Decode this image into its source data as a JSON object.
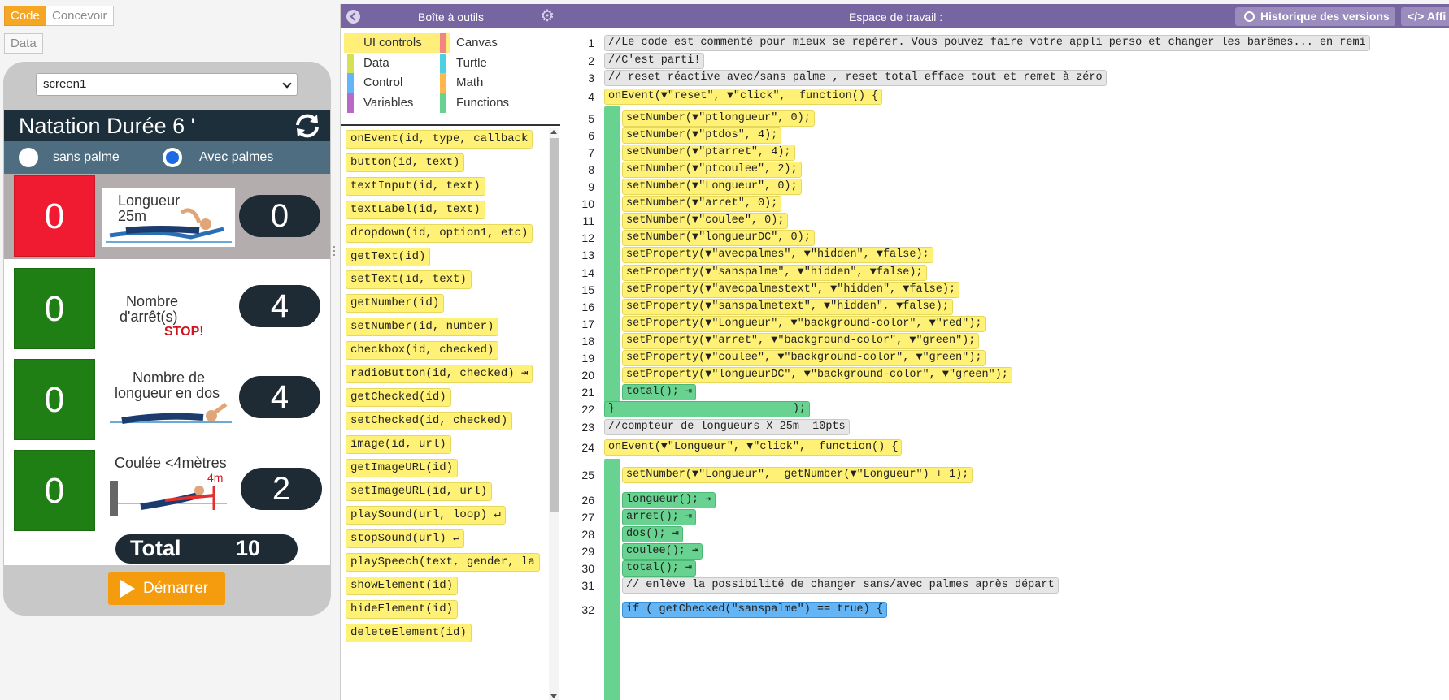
{
  "left": {
    "tabs": {
      "code": "Code",
      "design": "Concevoir",
      "data": "Data"
    },
    "screen_select": "screen1",
    "app": {
      "title": "Natation Durée 6 '",
      "radio_sans": "sans palme",
      "radio_avec": "Avec palmes",
      "radio_selected": "avec",
      "rows": [
        {
          "left_value": "0",
          "desc_line1": "Longueur",
          "desc_line2": "25m",
          "right_value": "0"
        },
        {
          "left_value": "0",
          "desc_line1": "Nombre",
          "desc_line2": "d'arrêt(s)",
          "stop": "STOP!",
          "right_value": "4"
        },
        {
          "left_value": "0",
          "desc_line1": "Nombre de",
          "desc_line2": "longueur en dos",
          "right_value": "4"
        },
        {
          "left_value": "0",
          "desc_line1": "Coulée <4mètres",
          "distance": "4m",
          "right_value": "2"
        }
      ],
      "total_label": "Total",
      "total_value": "10",
      "start_label": "Démarrer"
    },
    "colors": {
      "red": "#f01b30",
      "green": "#1f7f14",
      "dark": "#1e2b35",
      "orange": "#f59b0e"
    }
  },
  "toolbox": {
    "title": "Boîte à outils",
    "categories": [
      {
        "label": "UI controls",
        "color": "#fff176"
      },
      {
        "label": "Canvas",
        "color": "#f48482"
      },
      {
        "label": "Data",
        "color": "#d4e157"
      },
      {
        "label": "Turtle",
        "color": "#4dd0e1"
      },
      {
        "label": "Control",
        "color": "#64b5f6"
      },
      {
        "label": "Math",
        "color": "#ffb74d"
      },
      {
        "label": "Variables",
        "color": "#ba68c8"
      },
      {
        "label": "Functions",
        "color": "#68d391"
      }
    ],
    "blocks": [
      "onEvent(id, type, callback",
      "button(id, text)",
      "textInput(id, text)",
      "textLabel(id, text)",
      "dropdown(id, option1, etc)",
      "getText(id)",
      "setText(id, text)",
      "getNumber(id)",
      "setNumber(id, number)",
      "checkbox(id, checked)",
      "radioButton(id, checked) ⇥",
      "getChecked(id)",
      "setChecked(id, checked)",
      "image(id, url)",
      "getImageURL(id)",
      "setImageURL(id, url)",
      "playSound(url, loop) ↵",
      "stopSound(url) ↵",
      "playSpeech(text, gender, la",
      "showElement(id)",
      "hideElement(id)",
      "deleteElement(id)"
    ]
  },
  "workspace": {
    "title": "Espace de travail :",
    "history_label": "Historique des versions",
    "show_icon": "</>",
    "show_label": "Affi",
    "line_numbers": [
      "1",
      "2",
      "3",
      "4",
      "5",
      "6",
      "7",
      "8",
      "9",
      "10",
      "11",
      "12",
      "13",
      "14",
      "15",
      "16",
      "17",
      "18",
      "19",
      "20",
      "21",
      "22",
      "23",
      "24",
      "25",
      "26",
      "27",
      "28",
      "29",
      "30",
      "31",
      "32"
    ],
    "lines": [
      {
        "text": "//Le code est commenté pour mieux se repérer. Vous pouvez faire votre appli perso et changer les barêmes... en remi",
        "kind": "cmt",
        "indent": 0
      },
      {
        "text": "//C'est parti!",
        "kind": "cmt",
        "indent": 0
      },
      {
        "text": "// reset réactive avec/sans palme , reset total efface tout et remet à zéro",
        "kind": "cmt",
        "indent": 0
      },
      {
        "text": "onEvent(▼\"reset\", ▼\"click\",  function() {",
        "kind": "yel",
        "indent": 0
      },
      {
        "text": "setNumber(▼\"ptlongueur\", 0);",
        "kind": "yel",
        "indent": 1
      },
      {
        "text": "setNumber(▼\"ptdos\", 4);",
        "kind": "yel",
        "indent": 1
      },
      {
        "text": "setNumber(▼\"ptarret\", 4);",
        "kind": "yel",
        "indent": 1
      },
      {
        "text": "setNumber(▼\"ptcoulee\", 2);",
        "kind": "yel",
        "indent": 1
      },
      {
        "text": "setNumber(▼\"Longueur\", 0);",
        "kind": "yel",
        "indent": 1
      },
      {
        "text": "setNumber(▼\"arret\", 0);",
        "kind": "yel",
        "indent": 1
      },
      {
        "text": "setNumber(▼\"coulee\", 0);",
        "kind": "yel",
        "indent": 1
      },
      {
        "text": "setNumber(▼\"longueurDC\", 0);",
        "kind": "yel",
        "indent": 1
      },
      {
        "text": "setProperty(▼\"avecpalmes\", ▼\"hidden\", ▼false);",
        "kind": "yel",
        "indent": 1
      },
      {
        "text": "setProperty(▼\"sanspalme\", ▼\"hidden\", ▼false);",
        "kind": "yel",
        "indent": 1
      },
      {
        "text": "setProperty(▼\"avecpalmestext\", ▼\"hidden\", ▼false);",
        "kind": "yel",
        "indent": 1
      },
      {
        "text": "setProperty(▼\"sanspalmetext\", ▼\"hidden\", ▼false);",
        "kind": "yel",
        "indent": 1
      },
      {
        "text": "setProperty(▼\"Longueur\", ▼\"background-color\", ▼\"red\");",
        "kind": "yel",
        "indent": 1
      },
      {
        "text": "setProperty(▼\"arret\", ▼\"background-color\", ▼\"green\");",
        "kind": "yel",
        "indent": 1
      },
      {
        "text": "setProperty(▼\"coulee\", ▼\"background-color\", ▼\"green\");",
        "kind": "yel",
        "indent": 1
      },
      {
        "text": "setProperty(▼\"longueurDC\", ▼\"background-color\", ▼\"green\");",
        "kind": "yel",
        "indent": 1
      },
      {
        "text": "total(); ⇥",
        "kind": "grn",
        "indent": 1
      },
      {
        "text": "}                           );",
        "kind": "grn",
        "indent": 0
      },
      {
        "text": "//compteur de longueurs X 25m  10pts",
        "kind": "cmt",
        "indent": 0
      },
      {
        "text": "onEvent(▼\"Longueur\", ▼\"click\",  function() {",
        "kind": "yel",
        "indent": 0
      },
      {
        "text": "setNumber(▼\"Longueur\",  getNumber(▼\"Longueur\") + 1);",
        "kind": "yel",
        "indent": 1
      },
      {
        "text": "longueur(); ⇥",
        "kind": "grn",
        "indent": 1
      },
      {
        "text": "arret(); ⇥",
        "kind": "grn",
        "indent": 1
      },
      {
        "text": "dos(); ⇥",
        "kind": "grn",
        "indent": 1
      },
      {
        "text": "coulee(); ⇥",
        "kind": "grn",
        "indent": 1
      },
      {
        "text": "total(); ⇥",
        "kind": "grn",
        "indent": 1
      },
      {
        "text": "// enlève la possibilité de changer sans/avec palmes après départ",
        "kind": "cmt",
        "indent": 1
      },
      {
        "text": "if ( getChecked(\"sanspalme\") == true) {",
        "kind": "blu",
        "indent": 1
      }
    ]
  }
}
